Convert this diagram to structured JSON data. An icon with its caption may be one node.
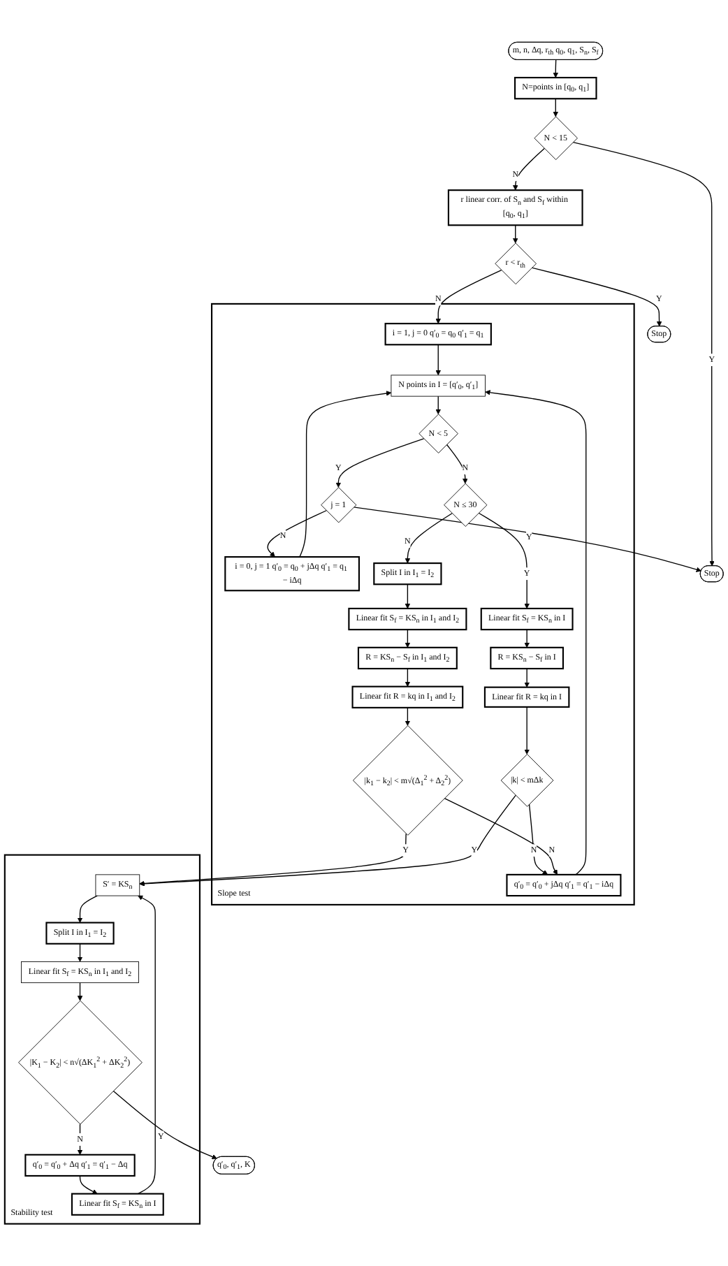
{
  "diagram": {
    "nodes": [
      {
        "text": [
          "m, n, Δq, r$_{th}$ q$_{0}$, q$_{1}$, S$_{n}$, S$_{f}$"
        ]
      },
      {
        "text": [
          "N=points in [q$_{0}$, q$_{1}$]"
        ]
      },
      {
        "text": [
          "N < 15"
        ]
      },
      {
        "text": [
          "Stop"
        ]
      },
      {
        "text": [
          "r linear corr. of S$_{n}$ and S$_{f}$ within [q$_{0}$, q$_{1}$]"
        ]
      },
      {
        "text": [
          "r < r$_{th}$"
        ]
      },
      {
        "text": [
          "Stop"
        ]
      },
      {
        "text": [
          "Slope test"
        ]
      },
      {
        "text": [
          "i = 1, j = 0 q′$_{0}$ = q$_{0}$ q′$_{1}$ = q$_{1}$"
        ],
        "in": 7
      },
      {
        "text": [
          "N points in I = [q′$_{0}$, q′$_{1}$]"
        ],
        "in": 7
      },
      {
        "text": [
          "N < 5"
        ],
        "in": 7
      },
      {
        "text": [
          "j = 1"
        ],
        "in": 7
      },
      {
        "text": [
          "i = 0, j = 1 q′$_{0}$ = q$_{0}$ + jΔq q′$_{1}$ = q$_{1}$ − iΔq"
        ],
        "in": 7
      },
      {
        "text": [
          "N ≤ 30"
        ],
        "in": 7
      },
      {
        "text": [
          "Split I in I$_{1}$ = I$_{2}$"
        ],
        "in": 7
      },
      {
        "text": [
          "Linear fit S$_{f}$ = KS$_{n}$ in I$_{1}$ and I$_{2}$"
        ],
        "in": 7
      },
      {
        "text": [
          "Linear fit S$_{f}$ = KS$_{n}$ in I"
        ],
        "in": 7
      },
      {
        "text": [
          "R = KS$_{n}$ − S$_{f}$ in I"
        ],
        "in": 7
      },
      {
        "text": [
          "R = KS$_{n}$ − S$_{f}$ in I$_{1}$ and I$_{2}$"
        ],
        "in": 7
      },
      {
        "text": [
          "Linear fit R = kq in I$_{1}$ and I$_{2}$"
        ],
        "in": 7
      },
      {
        "text": [
          "Linear fit R = kq in I"
        ],
        "in": 7
      },
      {
        "text": [
          "|k$_{1}$ − k$_{2}$| < m√(Δ$_{1}$$^{2}$ + Δ$_{2}$$^{2}$)"
        ],
        "in": 7
      },
      {
        "text": [
          "q′$_{0}$ = q′$_{0}$ + jΔq q′$_{1}$ = q′$_{1}$ − iΔq"
        ],
        "in": 7
      },
      {
        "text": [
          "|k| < mΔk"
        ],
        "in": 7
      },
      {
        "text": [
          "Stability test"
        ]
      },
      {
        "text": [
          "q′$_{0}$ = q′$_{0}$ + Δq q′$_{1}$ = q′$_{1}$ − Δq"
        ],
        "in": 24
      },
      {
        "text": [
          "Linear fit S$_{f}$ = KS$_{n}$ in I"
        ],
        "in": 24
      },
      {
        "text": [
          "S′ = KS$_{n}$"
        ],
        "in": 24
      },
      {
        "text": [
          "|K$_{1}$ − K$_{2}$| < n√(ΔK$_{1}$$^{2}$ + ΔK$_{2}$$^{2}$)"
        ],
        "in": 24
      },
      {
        "text": [
          "Linear fit S$_{f}$ = KS$_{n}$ in I$_{1}$ and I$_{2}$"
        ],
        "in": 24
      },
      {
        "text": [
          "Split I in I$_{1}$ = I$_{2}$"
        ],
        "in": 24
      },
      {
        "text": [
          "q′$_{0}$, q′$_{1}$, K"
        ]
      }
    ],
    "edges": [
      {
        "from": 0,
        "to": 1,
        "arrow": "to"
      },
      {
        "from": 1,
        "to": 2,
        "arrow": "to"
      },
      {
        "from": 2,
        "to": 4,
        "arrow": "to",
        "label": "N"
      },
      {
        "from": 2,
        "to": 3,
        "arrow": "to",
        "label": "Y"
      },
      {
        "from": 4,
        "to": 5,
        "arrow": "to"
      },
      {
        "from": 5,
        "to": 6,
        "arrow": "to",
        "label": "Y"
      },
      {
        "from": 5,
        "to": 8,
        "arrow": "to",
        "label": "N"
      },
      {
        "from": 8,
        "to": 9,
        "arrow": "to"
      },
      {
        "from": 9,
        "to": 10,
        "arrow": "to"
      },
      {
        "from": 10,
        "to": 11,
        "arrow": "to",
        "label": "Y"
      },
      {
        "from": 10,
        "to": 13,
        "arrow": "to",
        "label": "N"
      },
      {
        "from": 11,
        "to": 12,
        "arrow": "to",
        "label": "N"
      },
      {
        "from": 11,
        "to": 3,
        "arrow": "to",
        "label": "Y"
      },
      {
        "from": 12,
        "to": 9,
        "arrow": "to"
      },
      {
        "from": 13,
        "to": 14,
        "arrow": "to",
        "label": "N"
      },
      {
        "from": 13,
        "to": 16,
        "arrow": "to",
        "label": "Y"
      },
      {
        "from": 14,
        "to": 15,
        "arrow": "to"
      },
      {
        "from": 15,
        "to": 18,
        "arrow": "to"
      },
      {
        "from": 18,
        "to": 19,
        "arrow": "to"
      },
      {
        "from": 19,
        "to": 21,
        "arrow": "to"
      },
      {
        "from": 16,
        "to": 17,
        "arrow": "to"
      },
      {
        "from": 17,
        "to": 20,
        "arrow": "to"
      },
      {
        "from": 20,
        "to": 23,
        "arrow": "to"
      },
      {
        "from": 23,
        "to": 22,
        "arrow": "to",
        "label": "N"
      },
      {
        "from": 21,
        "to": 22,
        "arrow": "to",
        "label": "N"
      },
      {
        "from": 22,
        "to": 9,
        "arrow": "to"
      },
      {
        "from": 21,
        "to": 27,
        "arrow": "to",
        "label": "Y"
      },
      {
        "from": 23,
        "to": 27,
        "arrow": "to",
        "label": "Y"
      },
      {
        "from": 27,
        "to": 30,
        "arrow": "to"
      },
      {
        "from": 30,
        "to": 29,
        "arrow": "to"
      },
      {
        "from": 29,
        "to": 28,
        "arrow": "to"
      },
      {
        "from": 28,
        "to": 25,
        "arrow": "to",
        "label": "N"
      },
      {
        "from": 25,
        "to": 26,
        "arrow": "to"
      },
      {
        "from": 26,
        "to": 27,
        "arrow": "to"
      },
      {
        "from": 28,
        "to": 31,
        "arrow": "to",
        "label": "Y"
      }
    ]
  }
}
